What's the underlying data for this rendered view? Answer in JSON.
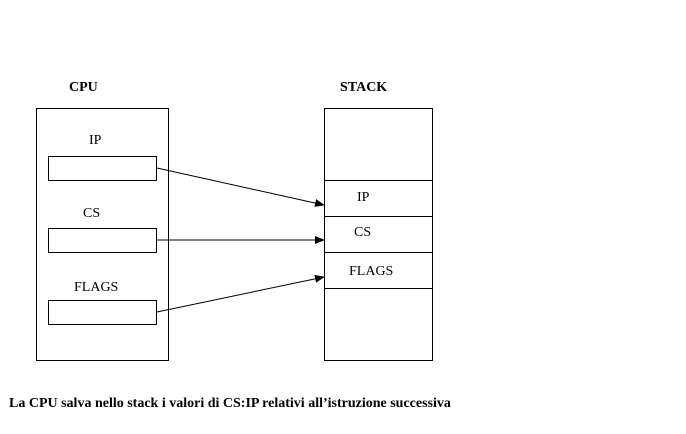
{
  "cpu": {
    "title": "CPU",
    "registers": [
      {
        "name": "IP"
      },
      {
        "name": "CS"
      },
      {
        "name": "FLAGS"
      }
    ]
  },
  "stack": {
    "title": "STACK",
    "slots": [
      {
        "name": "IP"
      },
      {
        "name": "CS"
      },
      {
        "name": "FLAGS"
      }
    ]
  },
  "caption": "La CPU salva nello stack i valori di CS:IP relativi all’istruzione successiva"
}
